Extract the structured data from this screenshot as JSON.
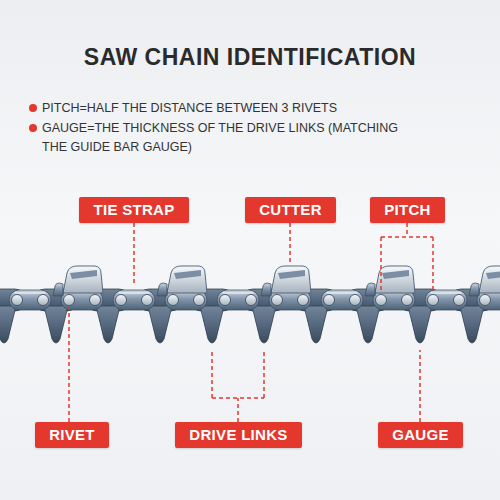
{
  "diagram": {
    "title": "SAW CHAIN IDENTIFICATION",
    "nodes": [
      {
        "text": [
          "TIE STRAP"
        ]
      },
      {
        "text": [
          "CUTTER"
        ]
      },
      {
        "text": [
          "PITCH"
        ]
      },
      {
        "text": [
          "RIVET"
        ]
      },
      {
        "text": [
          "DRIVE LINKS"
        ]
      },
      {
        "text": [
          "GAUGE"
        ]
      }
    ],
    "labels": [
      "PITCH=HALF THE DISTANCE BETWEEN 3 RIVETS",
      "GAUGE=THE THICKNESS OF THE DRIVE LINKS (MATCHING THE GUIDE BAR GAUGE)"
    ]
  }
}
